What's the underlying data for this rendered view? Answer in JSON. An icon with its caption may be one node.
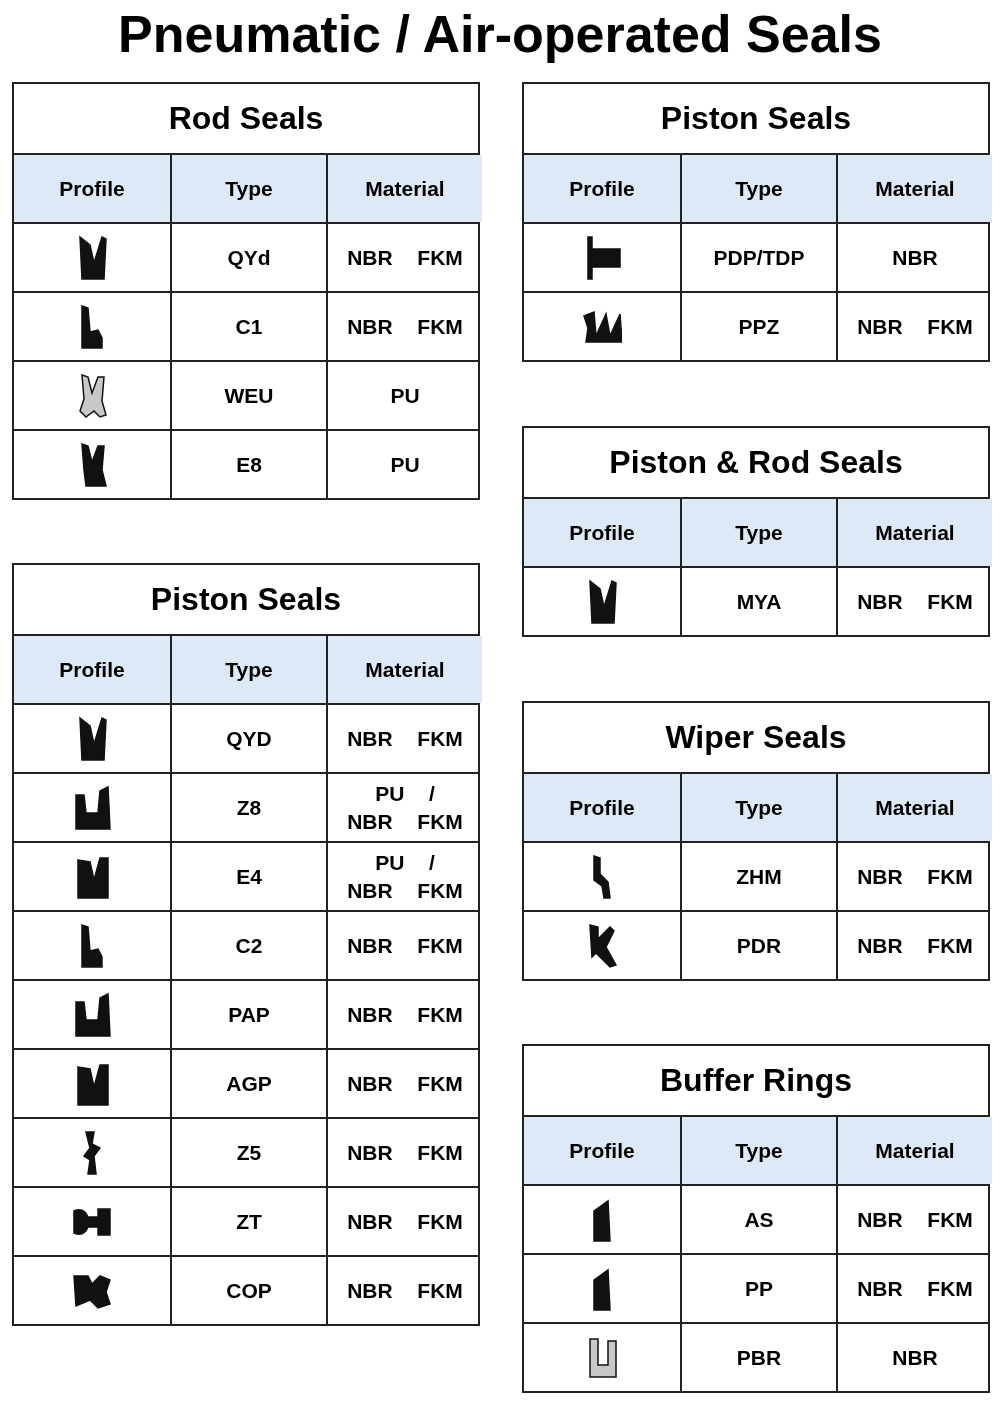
{
  "diagram": {
    "title": "Pneumatic / Air-operated Seals",
    "labels": [
      "Rod Seals",
      "Profile",
      "Type",
      "Material",
      "QYd",
      "NBR FKM",
      "C1",
      "NBR FKM",
      "WEU",
      "PU",
      "E8",
      "PU",
      "Piston Seals",
      "Profile",
      "Type",
      "Material",
      "QYD",
      "NBR FKM",
      "Z8",
      "PU / NBR FKM",
      "E4",
      "PU / NBR FKM",
      "C2",
      "NBR FKM",
      "PAP",
      "NBR FKM",
      "AGP",
      "NBR FKM",
      "Z5",
      "NBR FKM",
      "ZT",
      "NBR FKM",
      "COP",
      "NBR FKM",
      "Piston Seals",
      "Profile",
      "Type",
      "Material",
      "PDP/TDP",
      "NBR",
      "PPZ",
      "NBR FKM",
      "Piston & Rod Seals",
      "Profile",
      "Type",
      "Material",
      "MYA",
      "NBR FKM",
      "Wiper Seals",
      "Profile",
      "Type",
      "Material",
      "ZHM",
      "NBR FKM",
      "PDR",
      "NBR FKM",
      "Buffer Rings",
      "Profile",
      "Type",
      "Material",
      "AS",
      "NBR FKM",
      "PP",
      "NBR FKM",
      "PBR",
      "NBR"
    ]
  }
}
